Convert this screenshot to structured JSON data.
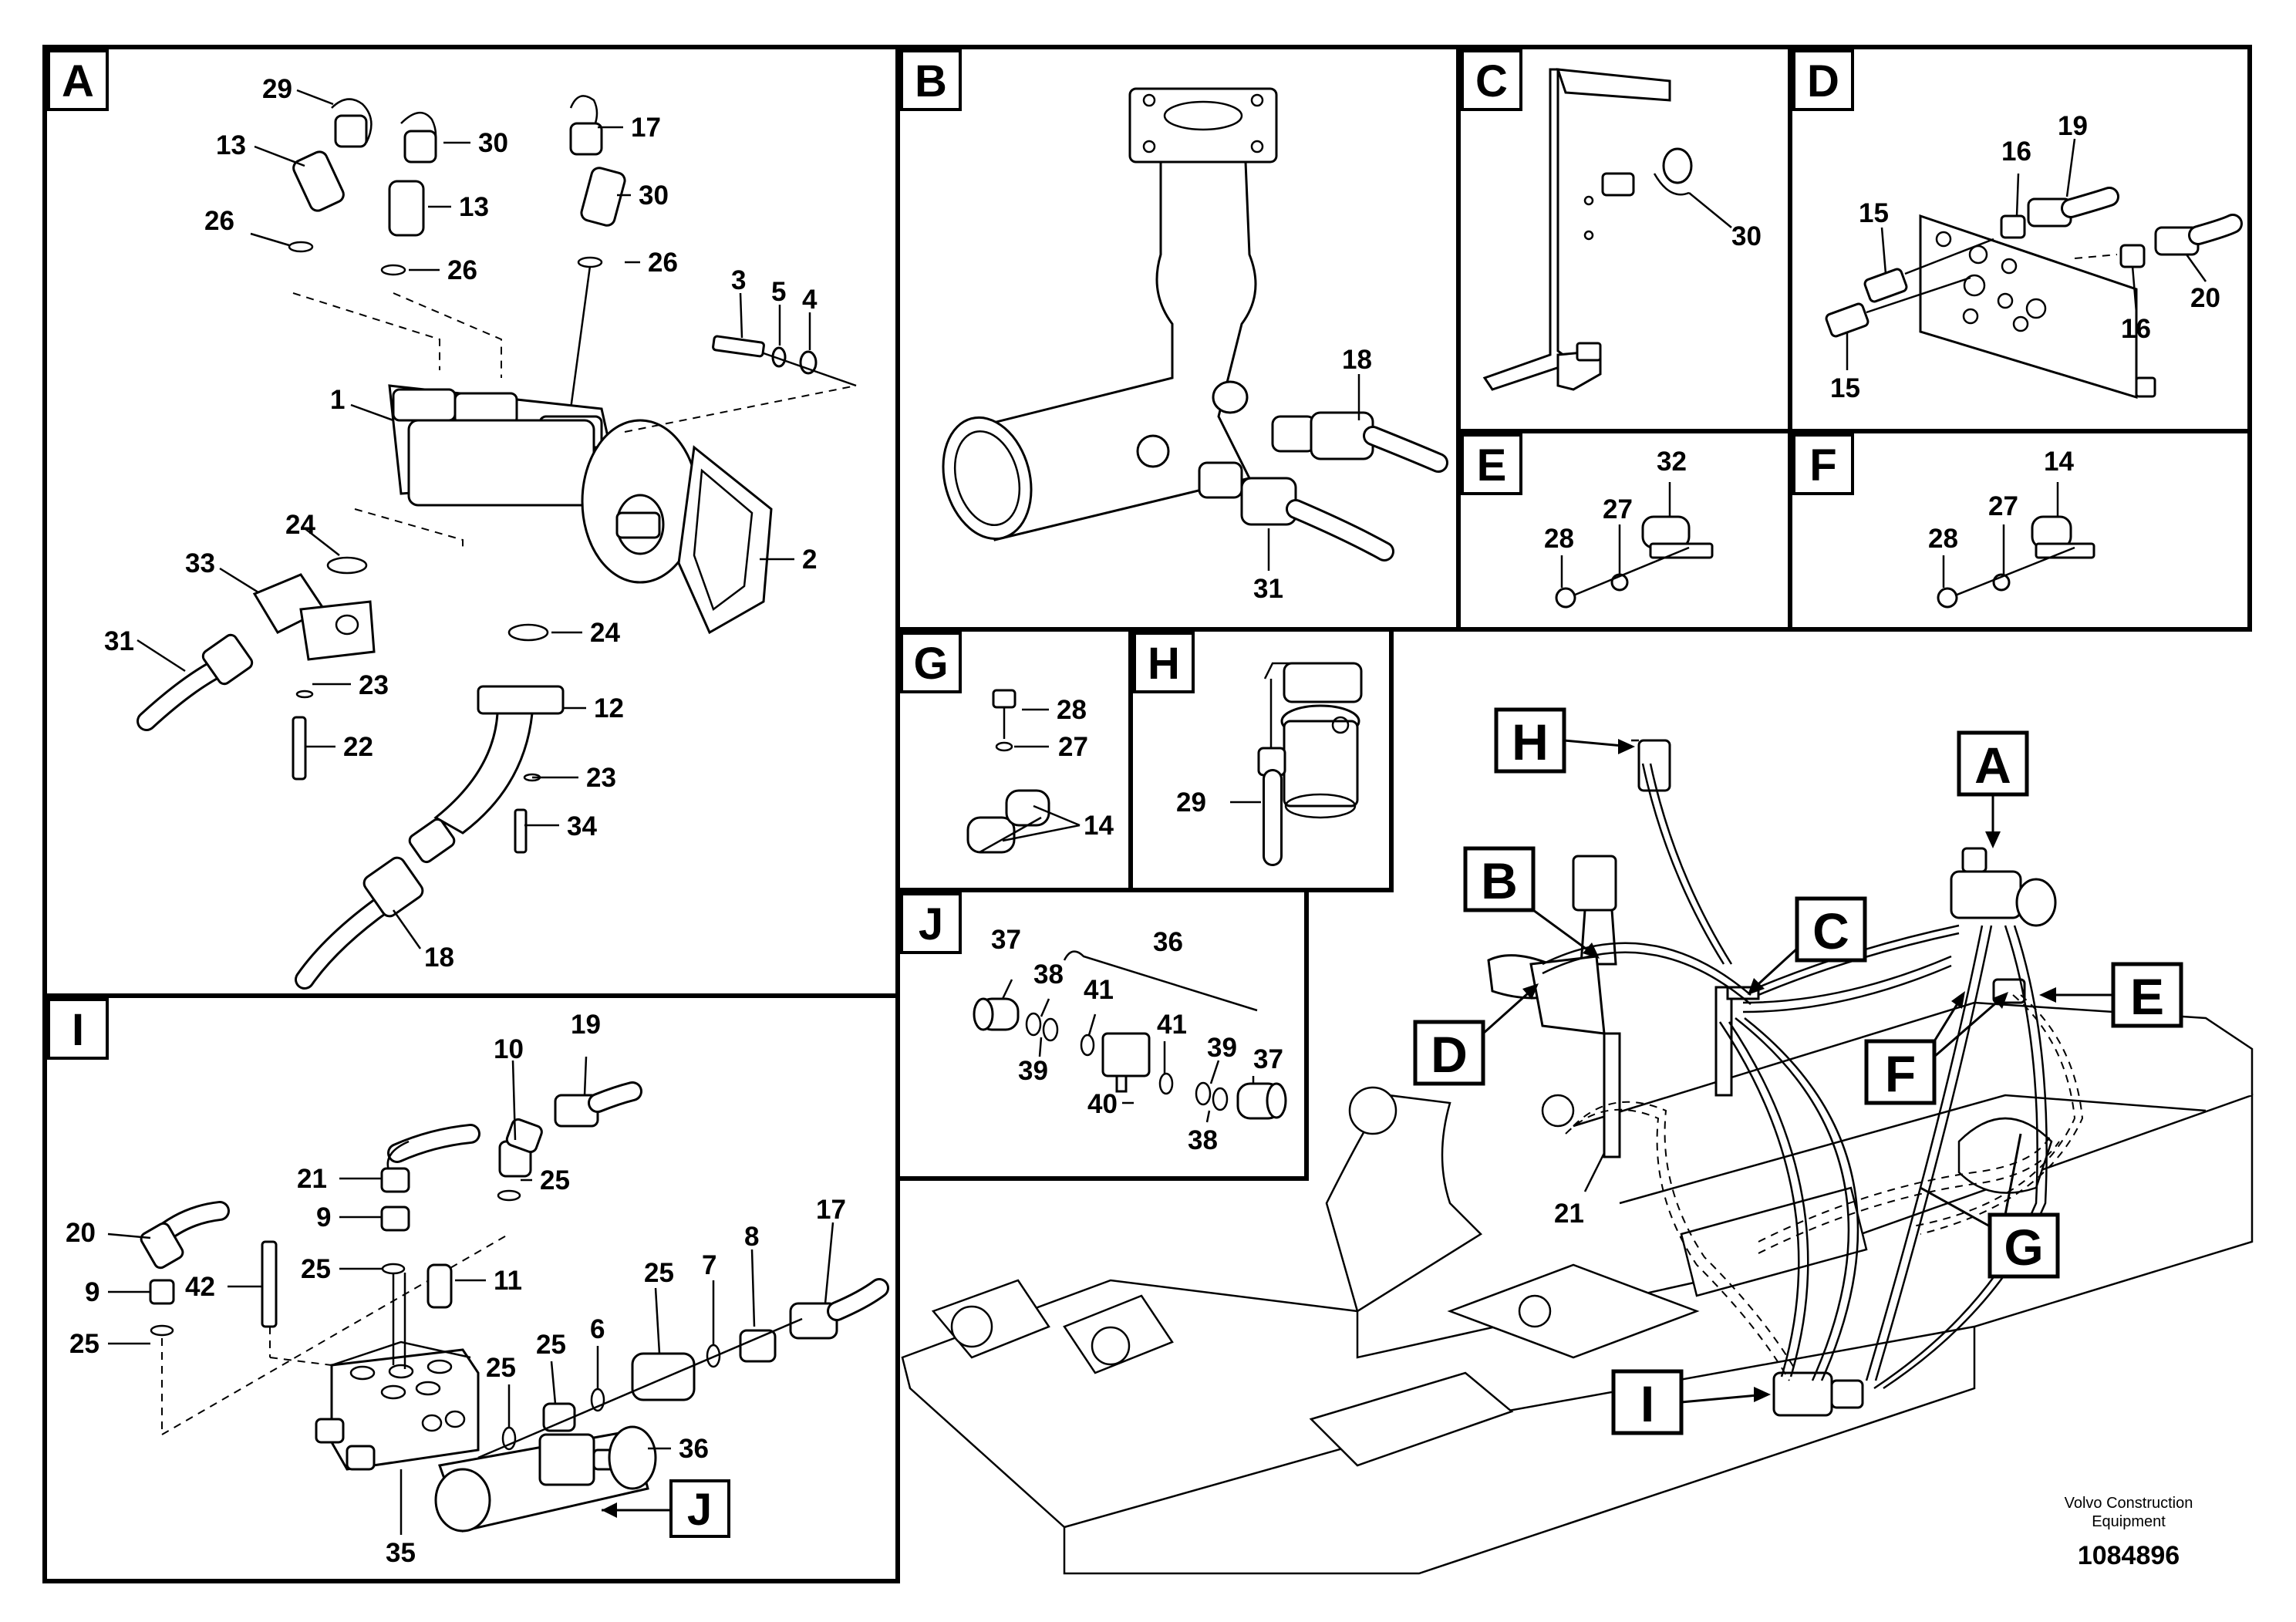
{
  "panels": {
    "A": {
      "tag": "A",
      "labels": [
        "29",
        "13",
        "30",
        "13",
        "17",
        "30",
        "26",
        "26",
        "26",
        "3",
        "5",
        "4",
        "1",
        "2",
        "24",
        "33",
        "31",
        "23",
        "22",
        "24",
        "12",
        "23",
        "34",
        "18"
      ]
    },
    "B": {
      "tag": "B",
      "labels": [
        "18",
        "31"
      ]
    },
    "C": {
      "tag": "C",
      "labels": [
        "30"
      ]
    },
    "D": {
      "tag": "D",
      "labels": [
        "16",
        "19",
        "15",
        "16",
        "20",
        "15"
      ]
    },
    "E": {
      "tag": "E",
      "labels": [
        "32",
        "27",
        "28"
      ]
    },
    "F": {
      "tag": "F",
      "labels": [
        "14",
        "27",
        "28"
      ]
    },
    "G": {
      "tag": "G",
      "labels": [
        "28",
        "27",
        "14"
      ]
    },
    "H": {
      "tag": "H",
      "labels": [
        "29"
      ]
    },
    "J": {
      "tag": "J",
      "labels": [
        "36",
        "37",
        "38",
        "41",
        "41",
        "39",
        "37",
        "39",
        "40",
        "38"
      ]
    },
    "I": {
      "tag": "I",
      "labels": [
        "10",
        "19",
        "21",
        "25",
        "9",
        "20",
        "25",
        "11",
        "17",
        "9",
        "42",
        "8",
        "25",
        "7",
        "25",
        "6",
        "25",
        "25",
        "36",
        "35"
      ],
      "callout": "J"
    }
  },
  "overview": {
    "tags": [
      "H",
      "A",
      "B",
      "C",
      "E",
      "D",
      "F",
      "G",
      "I"
    ],
    "labels": [
      "21"
    ]
  },
  "brand": {
    "line1": "Volvo Construction",
    "line2": "Equipment"
  },
  "doc_number": "1084896",
  "colors": {
    "ink": "#000000",
    "paper": "#ffffff"
  }
}
